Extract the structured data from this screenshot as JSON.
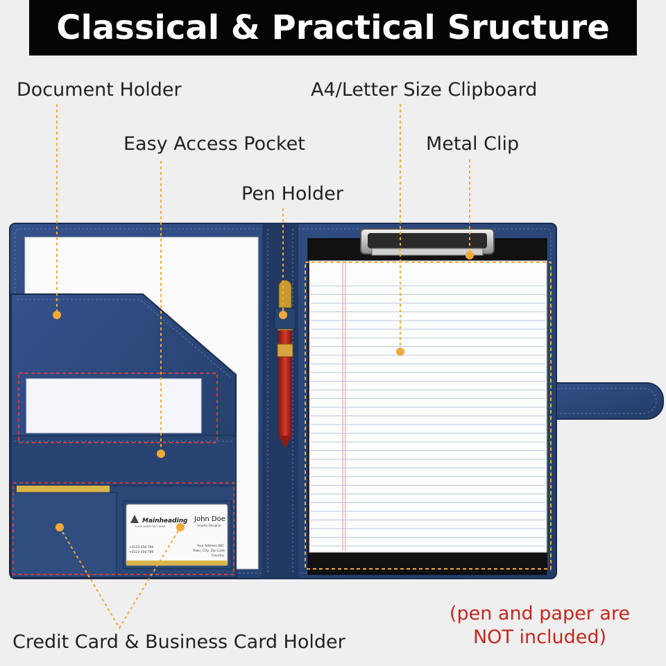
{
  "banner": {
    "title": "Classical & Practical Sructure"
  },
  "labels": {
    "document_holder": "Document Holder",
    "easy_access_pocket": "Easy Access Pocket",
    "pen_holder": "Pen Holder",
    "clipboard": "A4/Letter Size Clipboard",
    "metal_clip": "Metal Clip",
    "card_holder": "Credit Card & Business Card Holder"
  },
  "note": {
    "line1": "(pen and paper are",
    "line2": "NOT included)"
  },
  "business_card": {
    "brand": "Mainheading",
    "tagline": "PLACE WORD TEXT HERE",
    "name": "John Doe",
    "title": "Graphic Designer",
    "phone1": "+0123 456 789",
    "phone2": "+0123 456 789",
    "address1": "Your Address 66C",
    "address2": "Town, City, Zip Code",
    "address3": "Country"
  },
  "colors": {
    "leather": "#2b4674",
    "leather_dark": "#1d3258",
    "accent_dot": "#f2a93b",
    "dash_red": "#d23b3b",
    "note_red": "#c4271f",
    "pen_red": "#b3201a",
    "gold": "#d9a441"
  }
}
